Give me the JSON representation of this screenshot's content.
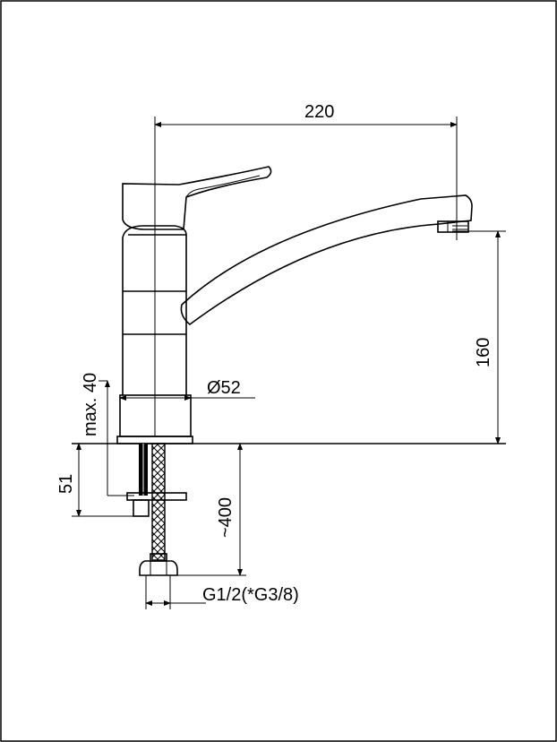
{
  "dimensions": {
    "width_label": "220",
    "height_label": "160",
    "diameter_label": "Ø52",
    "max_thickness_label": "max. 40",
    "below_label": "51",
    "hose_length_label": "~400",
    "connection_label": "G1/2(*G3/8)"
  }
}
